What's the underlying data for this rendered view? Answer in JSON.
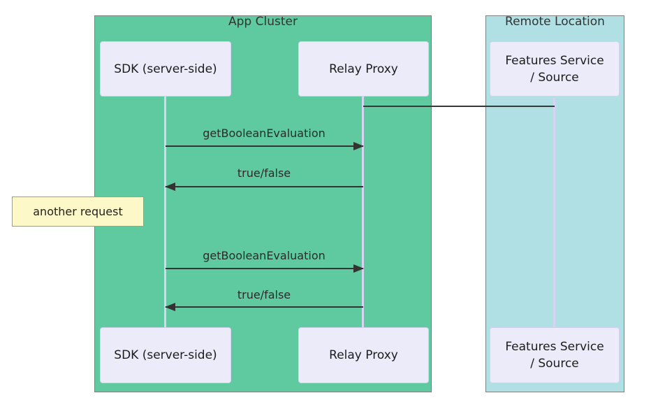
{
  "diagram": {
    "type": "sequence",
    "groups": {
      "app_cluster": {
        "label": "App Cluster",
        "fill": "#5fc9a0",
        "border": "#7e7e7e"
      },
      "remote_location": {
        "label": "Remote Location",
        "fill": "#b0e0e4",
        "border": "#7e7e7e"
      }
    },
    "actors": {
      "sdk": {
        "label": "SDK (server-side)"
      },
      "relay": {
        "label": "Relay Proxy"
      },
      "features": {
        "label": "Features Service / Source",
        "line1": "Features Service",
        "line2": "/ Source"
      }
    },
    "messages": {
      "m1": {
        "from": "sdk",
        "to": "relay",
        "label": "getBooleanEvaluation",
        "arrow": "right"
      },
      "m2": {
        "from": "relay",
        "to": "sdk",
        "label": "true/false",
        "arrow": "left"
      },
      "m3": {
        "from": "sdk",
        "to": "relay",
        "label": "getBooleanEvaluation",
        "arrow": "right"
      },
      "m4": {
        "from": "relay",
        "to": "sdk",
        "label": "true/false",
        "arrow": "left"
      }
    },
    "connector": {
      "from": "relay",
      "to": "features",
      "style": "plain-line"
    },
    "note": {
      "label": "another request",
      "position": "left-of-sdk",
      "fill": "#fcf8c8",
      "border": "#a9a93a"
    },
    "colors": {
      "actor_box_fill": "#ebebfa",
      "actor_box_border": "#d5d2ef",
      "lifeline": "#d7d4f3",
      "message_line": "#333333",
      "text": "#2b2b2b",
      "background": "#ffffff"
    }
  }
}
